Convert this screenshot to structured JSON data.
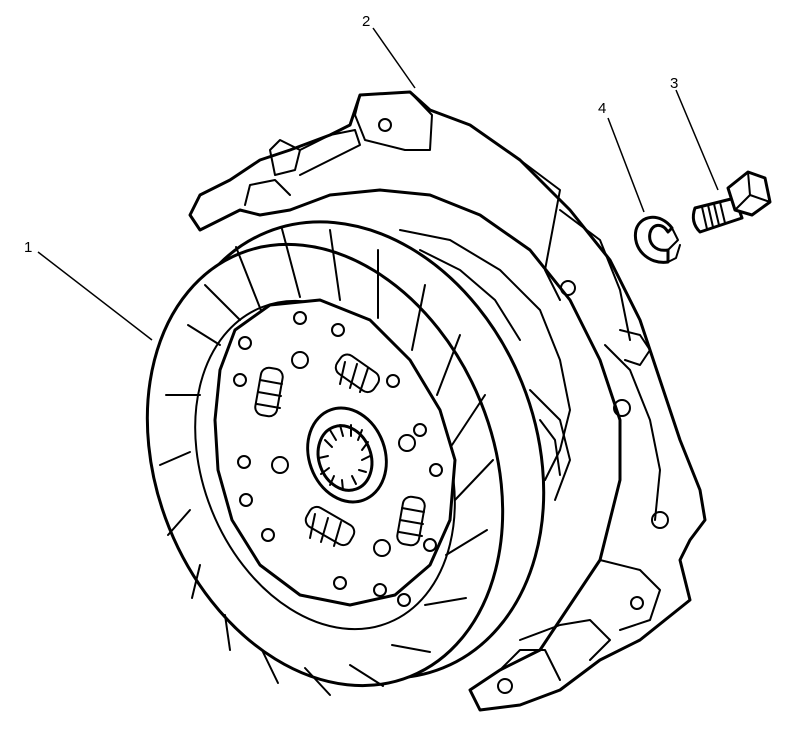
{
  "callouts": [
    {
      "id": "clutch-disc",
      "label": "1"
    },
    {
      "id": "pressure-plate",
      "label": "2"
    },
    {
      "id": "bolt",
      "label": "3"
    },
    {
      "id": "lock-washer",
      "label": "4"
    }
  ]
}
